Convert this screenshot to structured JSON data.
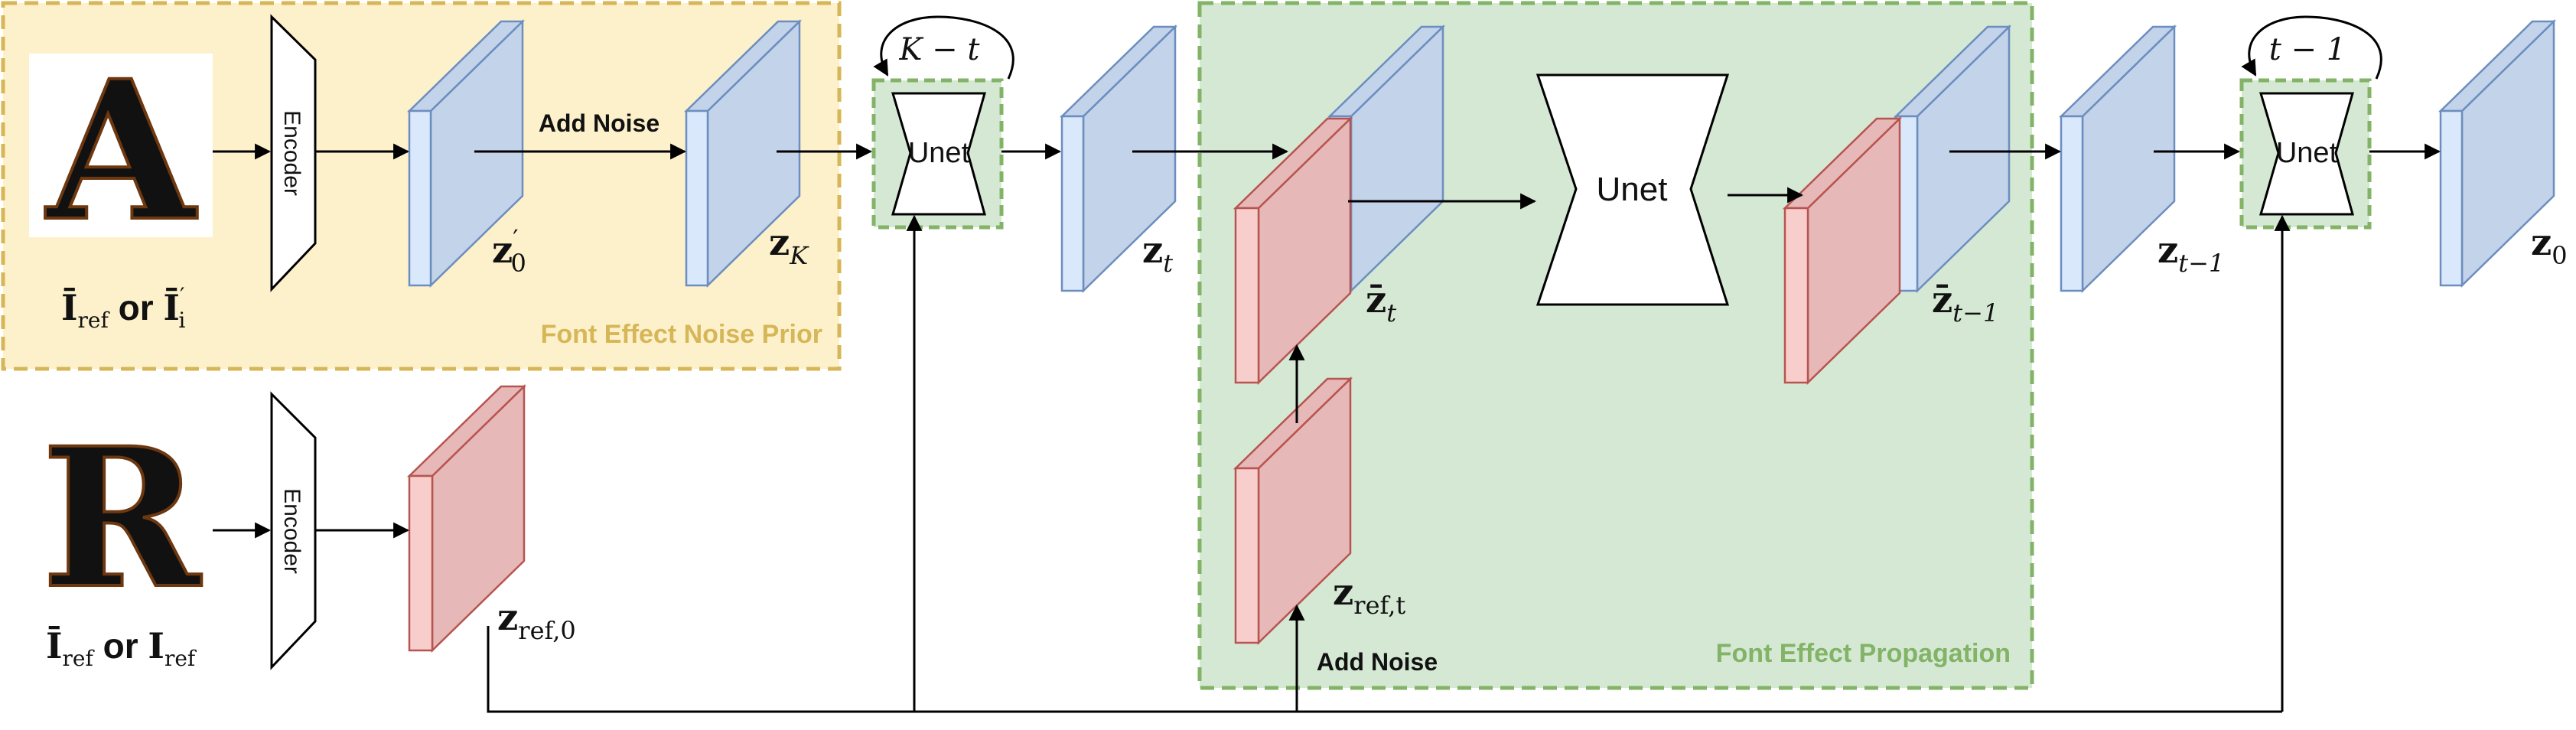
{
  "regions": {
    "noise_prior": {
      "title": "Font Effect Noise Prior",
      "fill": "#fdf1cc",
      "stroke": "#d6b656",
      "text_color": "#d6b656"
    },
    "propagation": {
      "title": "Font Effect Propagation",
      "fill": "#d5e8d4",
      "stroke": "#82b366",
      "text_color": "#82b366"
    },
    "unet_box": {
      "fill": "#d5e8d4",
      "stroke": "#82b366"
    }
  },
  "colors": {
    "blue_front": "#dae8fc",
    "blue_side": "#c3d3ea",
    "blue_stroke": "#6c8ebf",
    "red_front": "#f8cecc",
    "red_side": "#e6b8b7",
    "red_stroke": "#b85450"
  },
  "images": [
    {
      "letter": "A",
      "caption_main": "Ī",
      "caption_sub": "ref",
      "caption_or": " or ",
      "caption_main2": "Ī",
      "caption_sup2": "′",
      "caption_sub2": "i"
    },
    {
      "letter": "R",
      "caption_main": "Ī",
      "caption_sub": "ref",
      "caption_or": " or ",
      "caption_main2": "I",
      "caption_sup2": "",
      "caption_sub2": "ref"
    }
  ],
  "encoders": [
    {
      "label": "Encoder"
    },
    {
      "label": "Encoder"
    }
  ],
  "latents": {
    "z0_prime": {
      "main": "z",
      "sup": "′",
      "sub": "0"
    },
    "zK": {
      "main": "z",
      "sub": "K"
    },
    "zt": {
      "main": "z",
      "sub": "t"
    },
    "zbar_t": {
      "main": "z̄",
      "sub": "t"
    },
    "zbar_t1": {
      "main": "z̄",
      "sub": "t−1"
    },
    "zt1": {
      "main": "z",
      "sub": "t−1"
    },
    "z0": {
      "main": "z",
      "sub": "0"
    },
    "zref0": {
      "main": "z",
      "sub": "ref,0"
    },
    "zreft": {
      "main": "z",
      "sub": "ref,t"
    }
  },
  "unets": [
    {
      "label": "Unet",
      "loop_label": "K − t"
    },
    {
      "label": "Unet"
    },
    {
      "label": "Unet",
      "loop_label": "t − 1"
    }
  ],
  "edge_labels": {
    "add_noise_top": "Add Noise",
    "add_noise_bottom": "Add Noise"
  }
}
